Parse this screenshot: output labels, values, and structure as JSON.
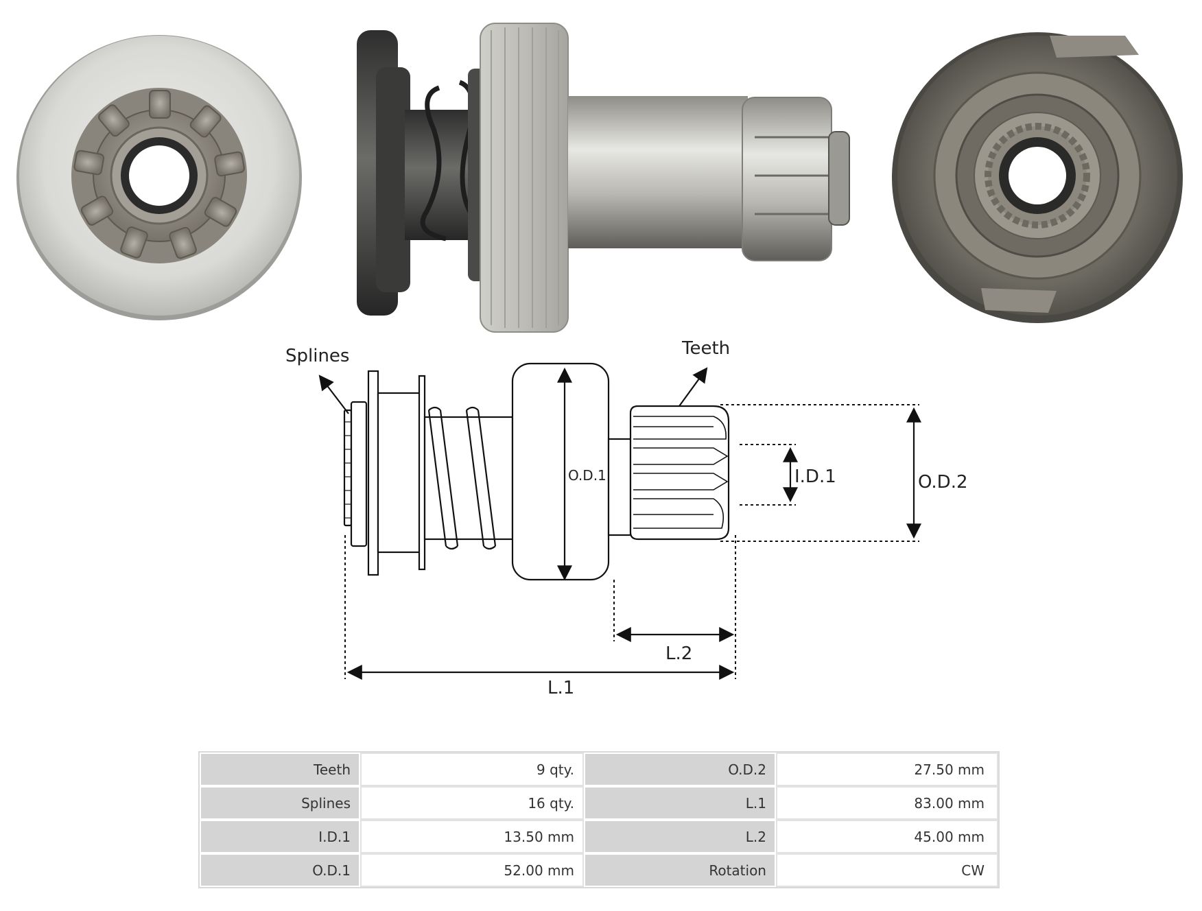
{
  "diagram": {
    "label_splines": "Splines",
    "label_teeth": "Teeth",
    "label_od1": "O.D.1",
    "label_id1": "I.D.1",
    "label_od2": "O.D.2",
    "label_l2": "L.2",
    "label_l1": "L.1"
  },
  "specs": {
    "rows": [
      {
        "label1": "Teeth",
        "value1": "9 qty.",
        "label2": "O.D.2",
        "value2": "27.50 mm"
      },
      {
        "label1": "Splines",
        "value1": "16 qty.",
        "label2": "L.1",
        "value2": "83.00 mm"
      },
      {
        "label1": "I.D.1",
        "value1": "13.50 mm",
        "label2": "L.2",
        "value2": "45.00 mm"
      },
      {
        "label1": "O.D.1",
        "value1": "52.00 mm",
        "label2": "Rotation",
        "value2": "CW"
      }
    ]
  },
  "colors": {
    "metal_light": "#d8d8d4",
    "metal_dark": "#5a5a58",
    "table_label_bg": "#d4d4d4"
  }
}
